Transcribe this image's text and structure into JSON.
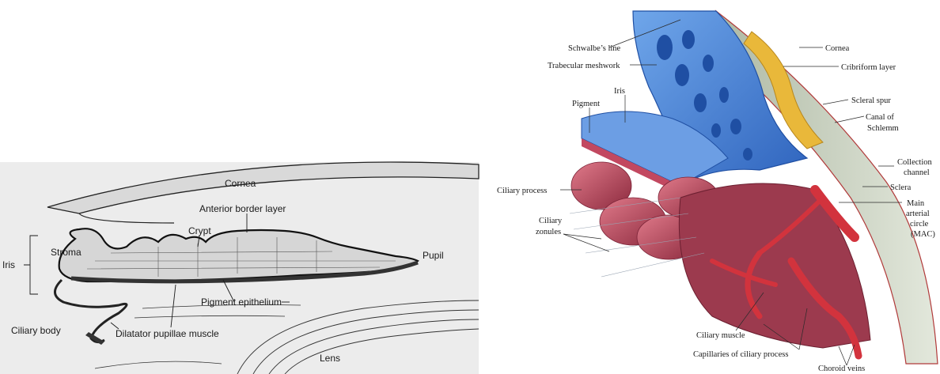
{
  "left_diagram": {
    "labels": {
      "cornea": "Cornea",
      "anterior_border_layer": "Anterior border layer",
      "crypt": "Crypt",
      "stroma": "Stroma",
      "iris": "Iris",
      "pupil": "Pupil",
      "pigment_epithelium": "Pigment epithelium",
      "ciliary_body": "Ciliary body",
      "dilatator_pupillae_muscle": "Dilatator pupillae muscle",
      "lens": "Lens"
    }
  },
  "right_diagram": {
    "labels": {
      "schwalbes_line": "Schwalbe’s line",
      "trabecular_meshwork": "Trabecular meshwork",
      "iris": "Iris",
      "pigment": "Pigment",
      "ciliary_process": "Ciliary process",
      "ciliary_zonules_line1": "Ciliary",
      "ciliary_zonules_line2": "zonules",
      "cornea": "Cornea",
      "cribriform_layer": "Cribriform layer",
      "scleral_spur": "Scleral spur",
      "canal_of_schlemm_line1": "Canal of",
      "canal_of_schlemm_line2": "Schlemm",
      "collection_channel_line1": "Collection",
      "collection_channel_line2": "channel",
      "sclera": "Sclera",
      "mac_line1": "Main",
      "mac_line2": "arterial",
      "mac_line3": "circle",
      "mac_line4": "(MAC)",
      "ciliary_muscle": "Ciliary muscle",
      "capillaries_of_ciliary_process": "Capillaries of ciliary process",
      "choroid_veins": "Choroid veins"
    }
  },
  "colors": {
    "trabecular_blue": "#4a86d8",
    "trabecular_blue_dark": "#1f4fa3",
    "cribriform_yellow": "#e9b83a",
    "sclera_green": "#c9d3bf",
    "ciliary_pink": "#b8475c",
    "artery_red": "#d2333d"
  }
}
